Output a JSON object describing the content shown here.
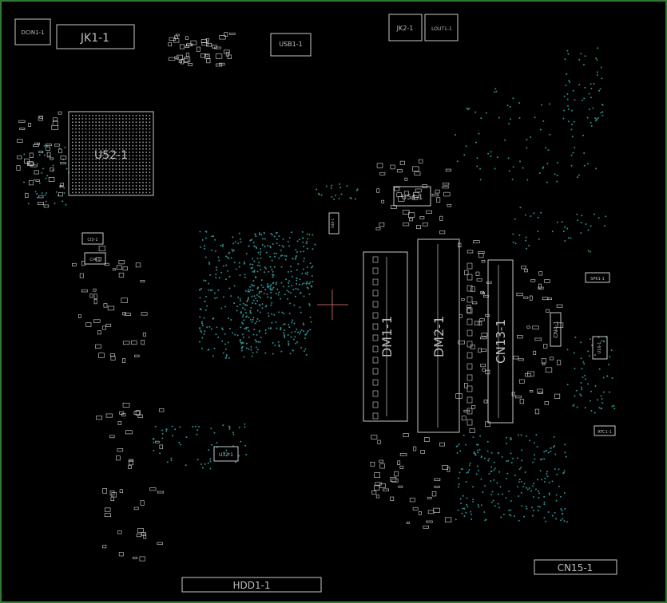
{
  "colors": {
    "background": "#000000",
    "border": "#2f7a2f",
    "outline": "#c8c8c8",
    "dim_outline": "#8a8a8a",
    "label": "#bdbdbd",
    "via": "#2e8f8f",
    "pad": "#d8d8d8",
    "crosshair": "#b06060"
  },
  "components": {
    "dcin": "DCIN1-1",
    "jk1": "JK1-1",
    "usb1": "USB1-1",
    "jk2": "JK2-1",
    "lout1": "LOUT1-1",
    "u52": "U52-1",
    "u54": "U54-1",
    "cn13_small": "CI3-1",
    "cn14_small": "CI4-1",
    "dm1": "DM1-1",
    "dm2": "DM2-1",
    "cn13": "CN13-1",
    "cn4": "CN4-1",
    "spk1": "SPK1-1",
    "u16": "U16-1",
    "rtc1": "RTC1-1",
    "u32": "U32-1",
    "hdd1": "HDD1-1",
    "cn15": "CN15-1",
    "u_small": "U48-1"
  }
}
